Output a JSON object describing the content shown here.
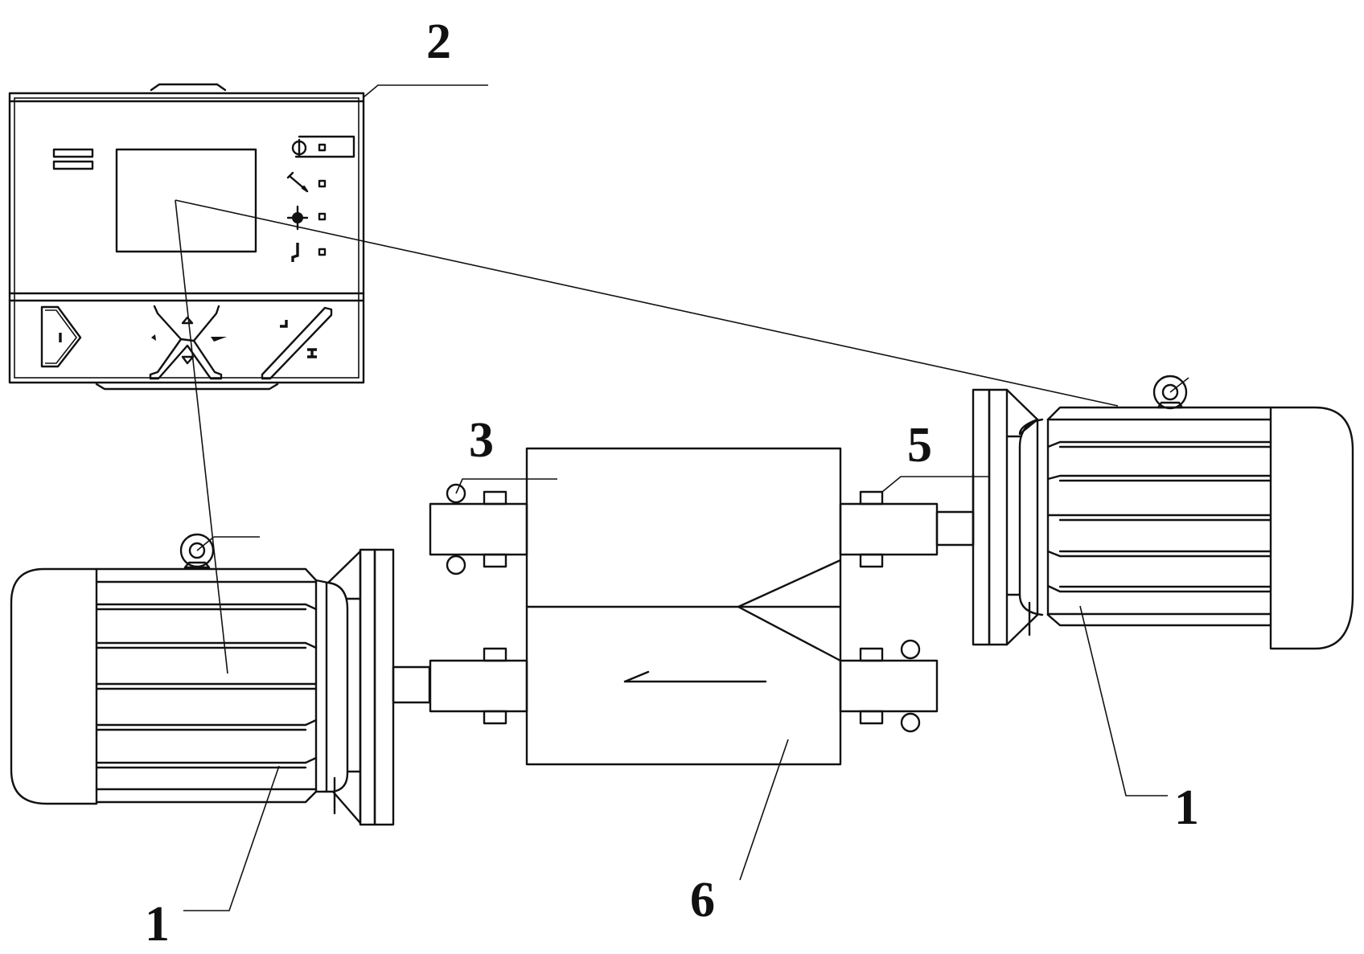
{
  "figure": {
    "type": "patent technical drawing",
    "subject": "dual motor drive assembly with control panel",
    "colors": {
      "line": "#111111",
      "background": "#ffffff"
    }
  },
  "callouts": [
    {
      "id": "motor-left",
      "label": "1",
      "part": "motor"
    },
    {
      "id": "motor-right",
      "label": "1",
      "part": "motor"
    },
    {
      "id": "controller",
      "label": "2",
      "part": "control panel"
    },
    {
      "id": "sensor",
      "label": "3",
      "part": "sensor / lifting eye"
    },
    {
      "id": "coupling",
      "label": "5",
      "part": "coupling"
    },
    {
      "id": "gearbox",
      "label": "6",
      "part": "gear unit housing"
    }
  ],
  "control_panel": {
    "display": "screen",
    "indicator_icons": [
      "power-icon",
      "wrench-icon",
      "fan-icon",
      "alarm-icon"
    ],
    "buttons": [
      "start-button",
      "navigation-pad",
      "enter-button"
    ]
  }
}
